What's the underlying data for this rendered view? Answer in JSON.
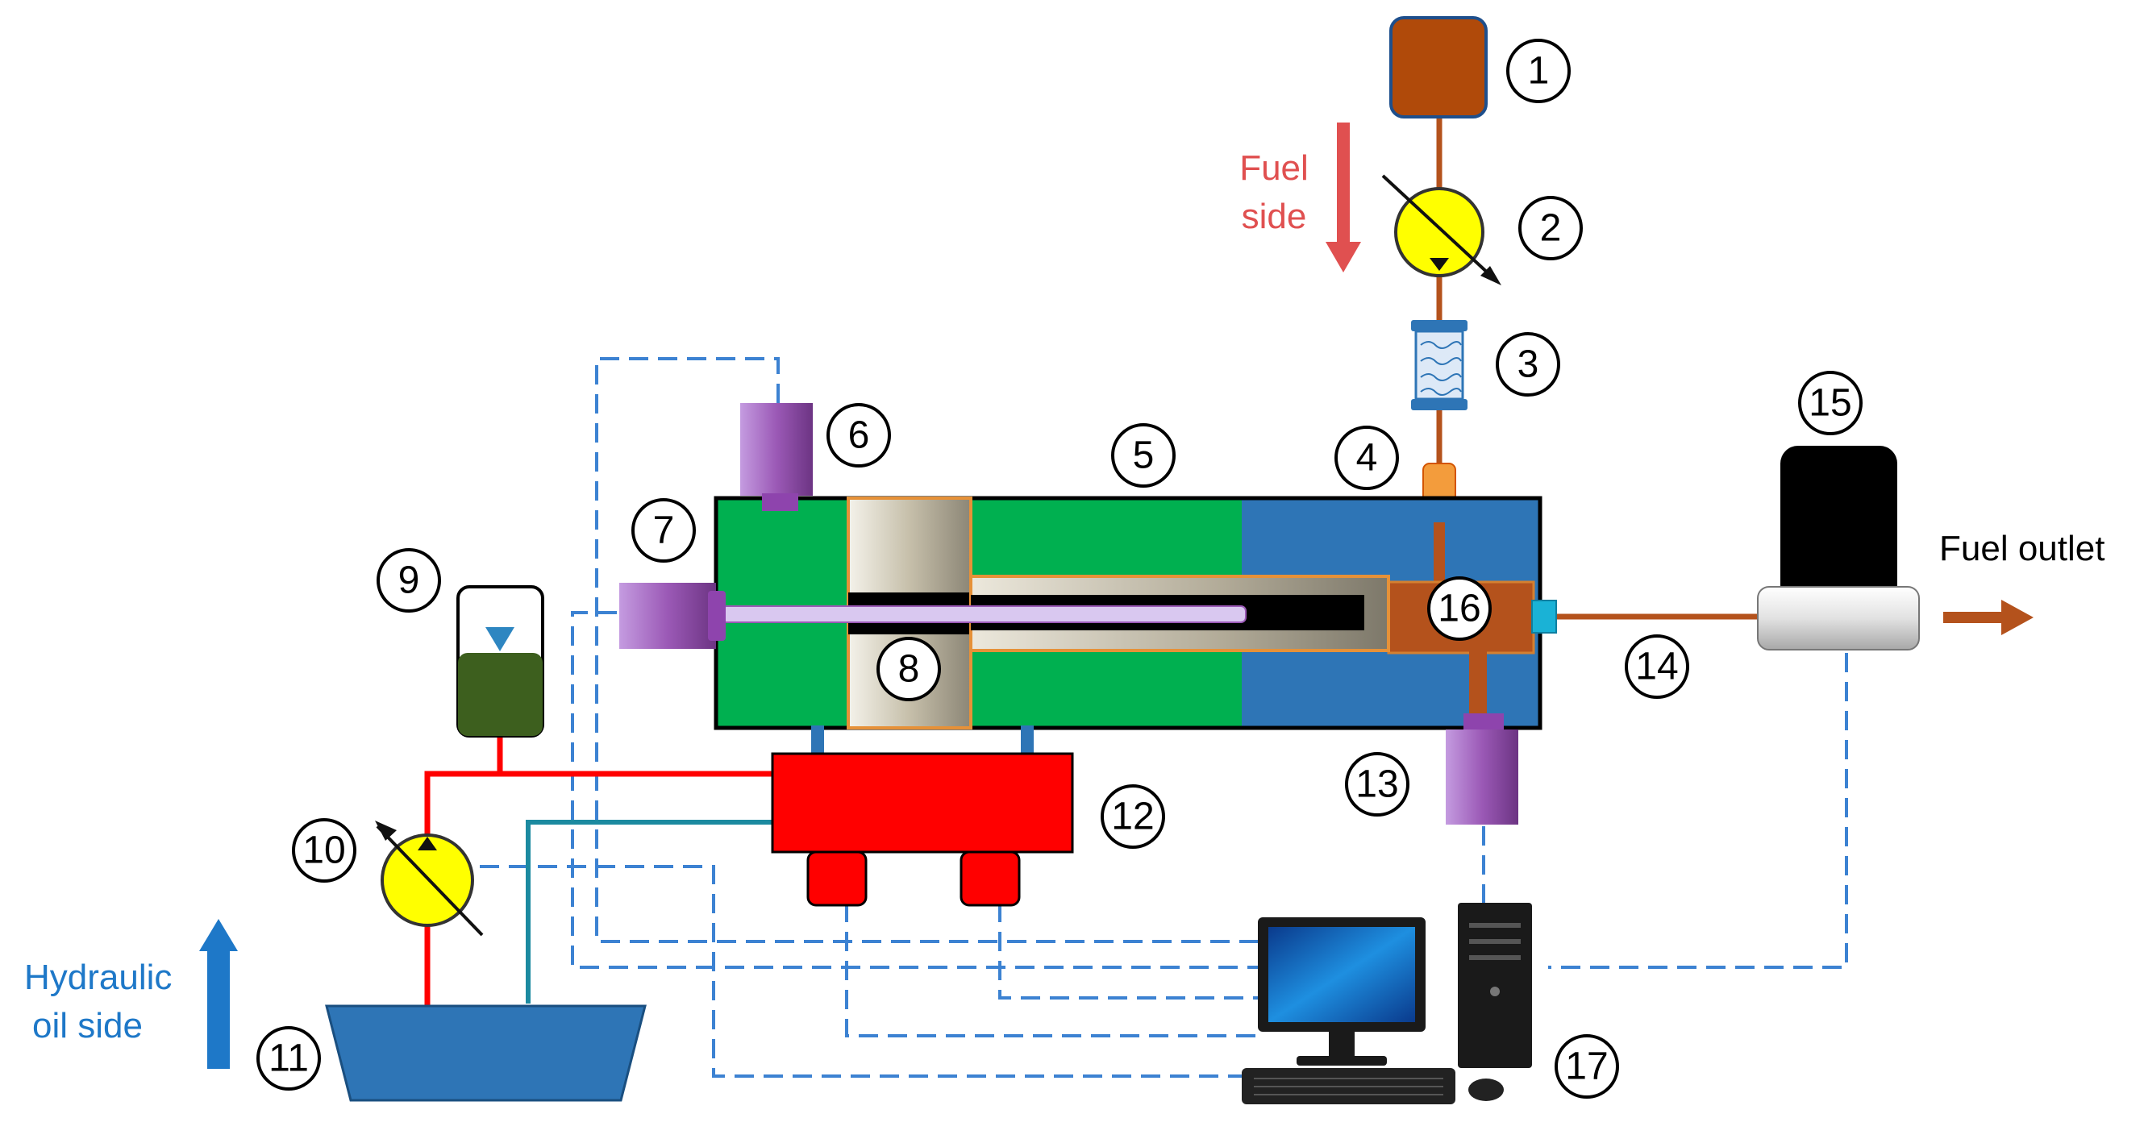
{
  "labels": {
    "fuel_side_line1": "Fuel",
    "fuel_side_line2": "side",
    "fuel_outlet": "Fuel outlet",
    "hydraulic_line1": "Hydraulic",
    "hydraulic_line2": "oil side"
  },
  "numbers": [
    "1",
    "2",
    "3",
    "4",
    "5",
    "6",
    "7",
    "8",
    "9",
    "10",
    "11",
    "12",
    "13",
    "14",
    "15",
    "16",
    "17"
  ],
  "colors": {
    "fuel_line": "#b4521c",
    "fuel_label": "#e05050",
    "hydraulic_label": "#1e78c8",
    "oil_red": "#ff0000",
    "teal_line": "#1c8aa0",
    "signal_blue": "#3c82d2",
    "green_chamber": "#00b050",
    "blue_chamber": "#2e75b6",
    "pump_yellow": "#ffff00",
    "purple_sensor": "#9b59b6",
    "tank_brown": "#b04a0a",
    "accumulator_green": "#3d5f1e"
  }
}
